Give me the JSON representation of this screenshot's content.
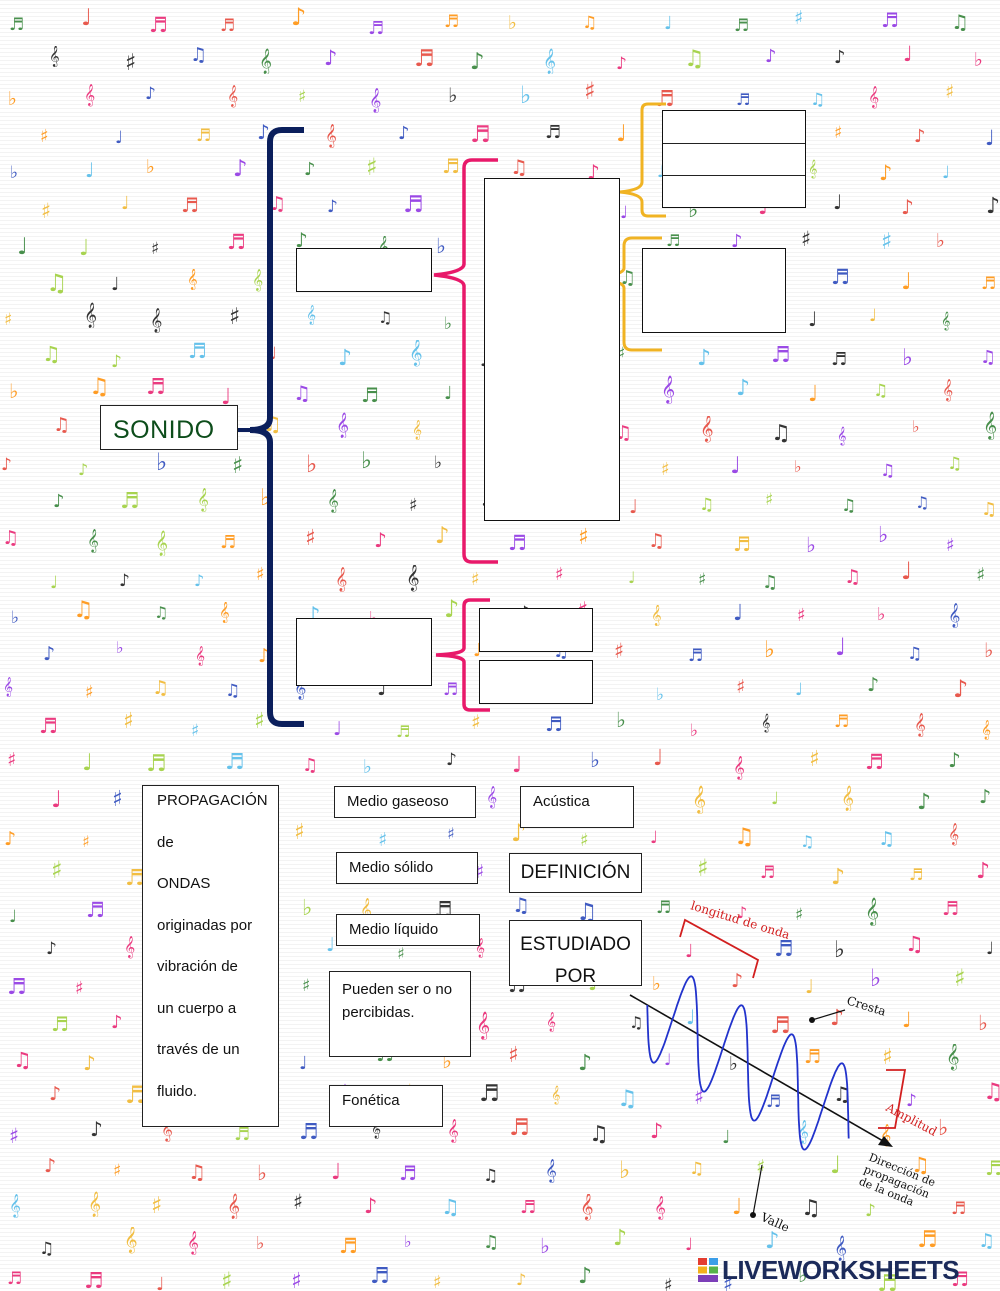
{
  "title": "SONIDO",
  "definition_box": [
    "PROPAGACIÓN",
    "de",
    "ONDAS",
    "originadas por",
    "vibración de",
    "un cuerpo a",
    "través de un",
    "fluido."
  ],
  "answer_options": [
    "Medio gaseoso",
    "Medio sólido",
    "Medio líquido",
    "Pueden ser o no percibidas.",
    "Fonética",
    "Acústica"
  ],
  "category_labels": [
    "DEFINICIÓN",
    "ESTUDIADO POR"
  ],
  "wave_diagram": {
    "labels": [
      "longitud de onda",
      "Cresta",
      "Amplitud",
      "Dirección de propagación de la onda",
      "Valle"
    ]
  },
  "brand": "LIVEWORKSHEETS",
  "colors": {
    "main_brace": "#0b1f5c",
    "pink_brace": "#e8196a",
    "yellow_brace": "#f0b323",
    "wave": "#2233cc",
    "wave_marker": "#d21f1f"
  }
}
